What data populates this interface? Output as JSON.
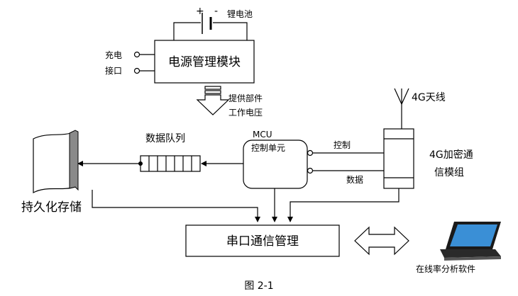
{
  "battery": {
    "plus": "+",
    "minus": "-",
    "label": "锂电池"
  },
  "power_module": {
    "label": "电源管理模块"
  },
  "charge_port": {
    "line1": "充电",
    "line2": "接口"
  },
  "supply_arrow": {
    "line1": "提供部件",
    "line2": "工作电压"
  },
  "antenna": {
    "label": "4G天线"
  },
  "mcu": {
    "title": "MCU",
    "subtitle": "控制单元"
  },
  "signals": {
    "control": "控制",
    "data": "数据"
  },
  "module_4g": {
    "line1": "4G加密通",
    "line2": "信模组"
  },
  "queue": {
    "label": "数据队列"
  },
  "storage": {
    "label": "持久化存储"
  },
  "serial": {
    "label": "串口通信管理"
  },
  "software": {
    "label": "在线率分析软件"
  },
  "caption": "图 2-1"
}
